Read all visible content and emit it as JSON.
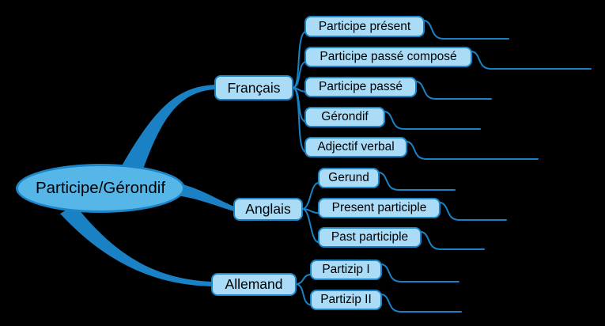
{
  "palette": {
    "background": "#000000",
    "line": "#1a82c4",
    "node_fill": "#abdcf7",
    "node_border": "#1c85c7",
    "root_fill": "#57b6e8",
    "text": "#000000"
  },
  "map": {
    "root": {
      "label": "Participe/Gérondif"
    },
    "branches": [
      {
        "label": "Français",
        "children": [
          {
            "label": "Participe présent"
          },
          {
            "label": "Participe passé composé"
          },
          {
            "label": "Participe passé"
          },
          {
            "label": "Gérondif"
          },
          {
            "label": "Adjectif verbal"
          }
        ]
      },
      {
        "label": "Anglais",
        "children": [
          {
            "label": "Gerund"
          },
          {
            "label": "Present participle"
          },
          {
            "label": "Past participle"
          }
        ]
      },
      {
        "label": "Allemand",
        "children": [
          {
            "label": "Partizip I"
          },
          {
            "label": "Partizip II"
          }
        ]
      }
    ]
  }
}
